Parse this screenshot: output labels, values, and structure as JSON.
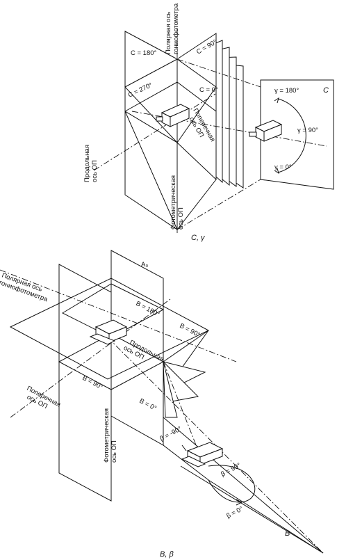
{
  "top": {
    "polar_axis": "Полярная ось\nгониофотометра",
    "c180": "C = 180°",
    "c90": "C = 90°",
    "c270": "C = 270°",
    "c0": "C = 0°",
    "transverse_axis": "Поперечная\nось ОП",
    "longitudinal_axis": "Продольная\nось ОП",
    "photometric_axis": "Фотометрическая\nось ОП",
    "g180": "γ = 180°",
    "g90": "γ = 90°",
    "g0": "γ = 0°",
    "plane_c": "C",
    "caption": "C, γ"
  },
  "bottom": {
    "a0": "A₀",
    "polar_axis": "Полярная ось\nгониофотометра",
    "b180": "B = 180°",
    "b90a": "B = 90°",
    "longitudinal_axis": "Продольная\nось ОП",
    "transverse_axis": "Поперечная\nось ОП",
    "b90b": "B = 90°",
    "b0": "B = 0°",
    "photometric_axis": "Фотометрическая\nось ОП",
    "beta_m90": "β = -90°",
    "beta_90": "β = 90°",
    "beta_0": "β = 0°",
    "plane_b": "B",
    "caption": "B, β"
  }
}
